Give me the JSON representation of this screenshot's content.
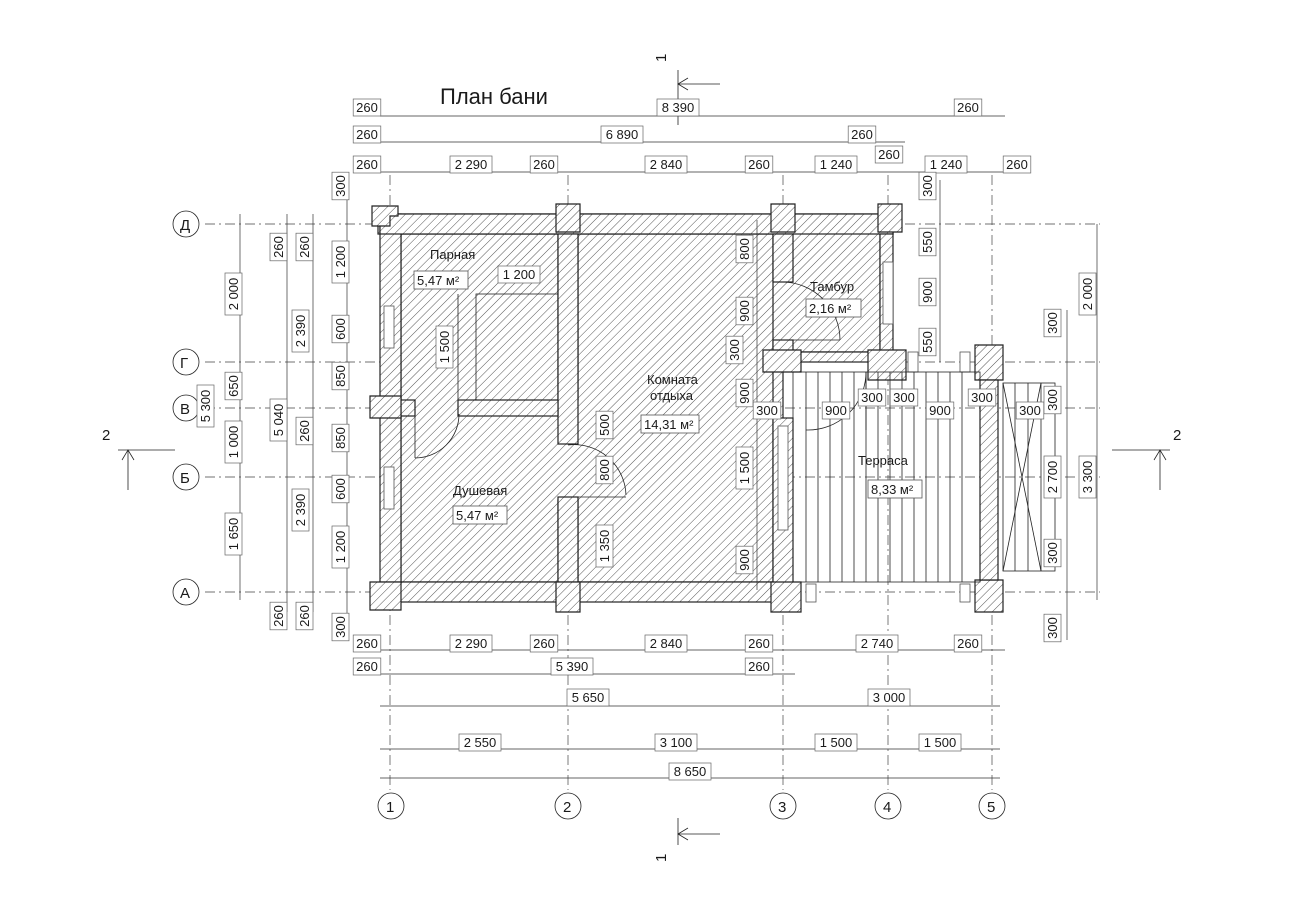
{
  "title": "План бани",
  "rooms": {
    "parnaya": {
      "name": "Парная",
      "area": "5,47 м²"
    },
    "dushevaya": {
      "name": "Душевая",
      "area": "5,47 м²"
    },
    "komnata": {
      "name1": "Комната",
      "name2": "отдыха",
      "area": "14,31 м²"
    },
    "tambur": {
      "name": "Тамбур",
      "area": "2,16 м²"
    },
    "terrasa": {
      "name": "Терраса",
      "area": "8,33 м²"
    }
  },
  "axes": {
    "vertical": [
      "1",
      "2",
      "3",
      "4",
      "5"
    ],
    "horizontal": [
      "Д",
      "Г",
      "В",
      "Б",
      "А"
    ]
  },
  "section_marks": {
    "s1": "1",
    "s2": "2"
  },
  "dims": {
    "top1": [
      "260",
      "8 390",
      "260"
    ],
    "top2": [
      "260",
      "6 890",
      "260",
      "260"
    ],
    "top3": [
      "260",
      "2 290",
      "260",
      "2 840",
      "260",
      "1 240",
      "1 240",
      "260"
    ],
    "bottom1": [
      "260",
      "2 290",
      "260",
      "2 840",
      "260",
      "2 740",
      "260"
    ],
    "bottom2": [
      "260",
      "5 390",
      "260"
    ],
    "bottom3": [
      "5 650",
      "3 000"
    ],
    "bottom4": [
      "2 550",
      "3 100",
      "1 500",
      "1 500"
    ],
    "bottom5": [
      "8 650"
    ],
    "left1": [
      "2 000",
      "650",
      "1 000",
      "1 650",
      "5 300"
    ],
    "left2": [
      "260",
      "2 390",
      "5 040",
      "2 390",
      "260"
    ],
    "left3": [
      "260",
      "260",
      "260"
    ],
    "left4": [
      "300",
      "1 200",
      "600",
      "850",
      "850",
      "600",
      "1 200",
      "300"
    ],
    "interior": [
      "1 200",
      "1 500",
      "800",
      "900",
      "300",
      "900",
      "1 500",
      "900",
      "500",
      "800",
      "1 350",
      "300",
      "550",
      "900",
      "550"
    ],
    "terrace": [
      "900",
      "300",
      "300",
      "900",
      "300",
      "300",
      "300"
    ],
    "right1": [
      "300",
      "300",
      "300",
      "300"
    ],
    "right2": [
      "2 000",
      "3 300",
      "2 700"
    ]
  }
}
